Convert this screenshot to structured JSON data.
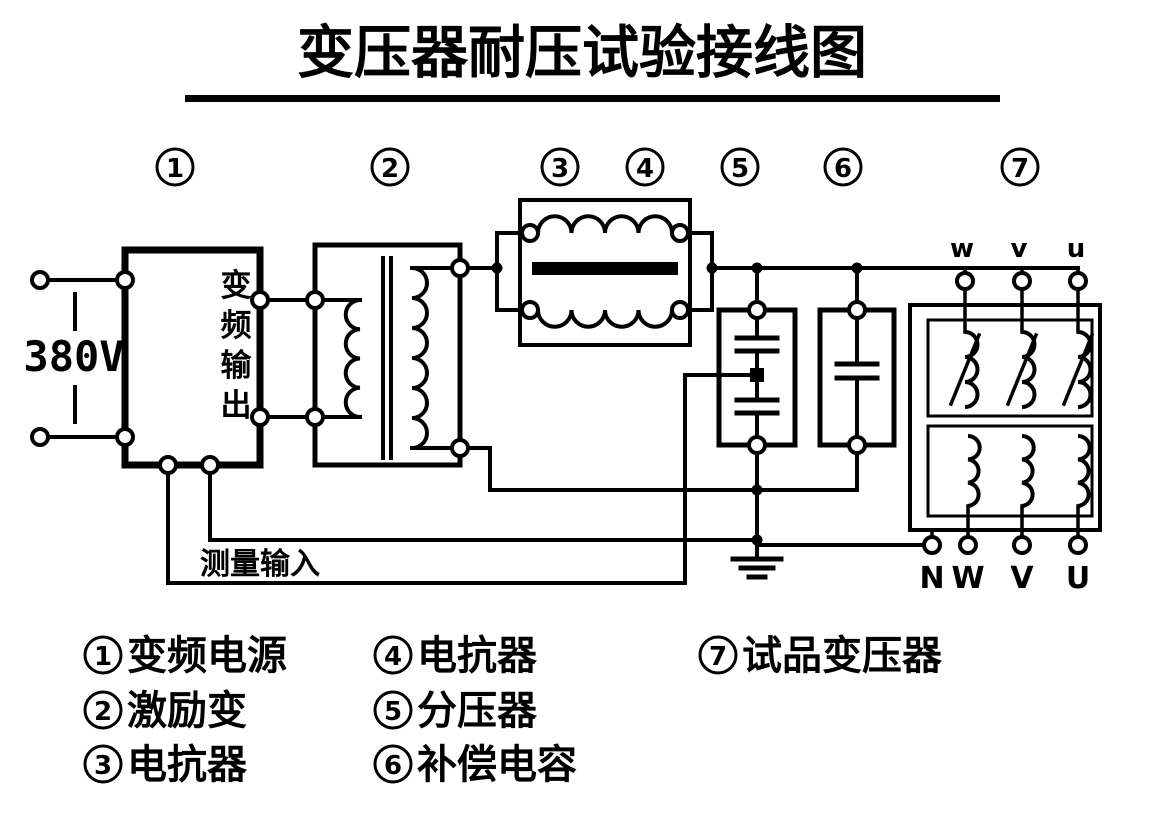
{
  "title": "变压器耐压试验接线图",
  "diagram": {
    "input_voltage": "380V",
    "inverter_output_chars": [
      "变",
      "频",
      "输",
      "出"
    ],
    "measure_input": "测量输入",
    "hv_terminal_labels": [
      "w",
      "v",
      "u"
    ],
    "lv_terminal_labels": [
      "N",
      "W",
      "V",
      "U"
    ]
  },
  "components": [
    {
      "num": "1",
      "label": "变频电源"
    },
    {
      "num": "2",
      "label": "激励变"
    },
    {
      "num": "3",
      "label": "电抗器"
    },
    {
      "num": "4",
      "label": "电抗器"
    },
    {
      "num": "5",
      "label": "分压器"
    },
    {
      "num": "6",
      "label": "补偿电容"
    },
    {
      "num": "7",
      "label": "试品变压器"
    }
  ],
  "colors": {
    "ink": "#000000",
    "paper": "#ffffff"
  }
}
